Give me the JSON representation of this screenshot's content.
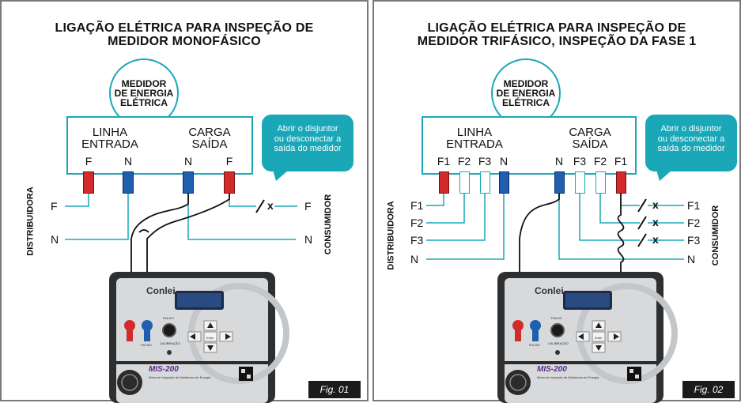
{
  "panels": [
    {
      "title_line1": "LIGAÇÃO ELÉTRICA PARA INSPEÇÃO DE",
      "title_line2": "MEDIDOR MONOFÁSICO",
      "meter": {
        "line1": "MEDIDOR",
        "line2": "DE ENERGIA",
        "line3": "ELÉTRICA"
      },
      "group_in": {
        "line1": "LINHA",
        "line2": "ENTRADA"
      },
      "group_out": {
        "line1": "CARGA",
        "line2": "SAÍDA"
      },
      "terminals": [
        "F",
        "N",
        "N",
        "F"
      ],
      "terminal_colors": [
        "red",
        "blue",
        "blue",
        "red"
      ],
      "callout": {
        "line1": "Abrir o disjuntor",
        "line2": "ou desconectar a",
        "line3": "saída do medidor"
      },
      "side_left": "DISTRIBUIDORA",
      "side_right": "CONSUMIDOR",
      "left_wire_labels": [
        "F",
        "N"
      ],
      "right_wire_labels": [
        "F",
        "N"
      ],
      "break_mark": "x",
      "device": {
        "brand": "Conlei",
        "model": "MIS-200",
        "subtitle": "Mesa de Inspeção de Medidores de Energia",
        "enter_key": "Enter",
        "knob_label": "PULSO",
        "cal_label": "CALIBRAÇÃO",
        "pulse_label": "PULSO"
      },
      "fig_label": "Fig. 01"
    },
    {
      "title_line1": "LIGAÇÃO ELÉTRICA PARA INSPEÇÃO DE",
      "title_line2": "MEDIDOR TRIFÁSICO, INSPEÇÃO DA FASE 1",
      "meter": {
        "line1": "MEDIDOR",
        "line2": "DE ENERGIA",
        "line3": "ELÉTRICA"
      },
      "group_in": {
        "line1": "LINHA",
        "line2": "ENTRADA"
      },
      "group_out": {
        "line1": "CARGA",
        "line2": "SAÍDA"
      },
      "terminals": [
        "F1",
        "F2",
        "F3",
        "N",
        "N",
        "F3",
        "F2",
        "F1"
      ],
      "terminal_colors": [
        "red",
        "white",
        "white",
        "blue",
        "blue",
        "white",
        "white",
        "red"
      ],
      "callout": {
        "line1": "Abrir o disjuntor",
        "line2": "ou desconectar a",
        "line3": "saída do medidor"
      },
      "side_left": "DISTRIBUIDORA",
      "side_right": "CONSUMIDOR",
      "left_wire_labels": [
        "F1",
        "F2",
        "F3",
        "N"
      ],
      "right_wire_labels": [
        "F1",
        "F2",
        "F3",
        "N"
      ],
      "break_mark": "x",
      "device": {
        "brand": "Conlei",
        "model": "MIS-200",
        "subtitle": "Mesa de Inspeção de Medidores de Energia",
        "enter_key": "Enter",
        "knob_label": "PULSO",
        "cal_label": "CALIBRAÇÃO",
        "pulse_label": "PULSO"
      },
      "fig_label": "Fig. 02"
    }
  ],
  "colors": {
    "accent": "#1aa7b8",
    "red": "#d32b2b",
    "blue": "#1f5fb0",
    "frame": "#7a7a7a",
    "device": "#d4d6d8"
  }
}
